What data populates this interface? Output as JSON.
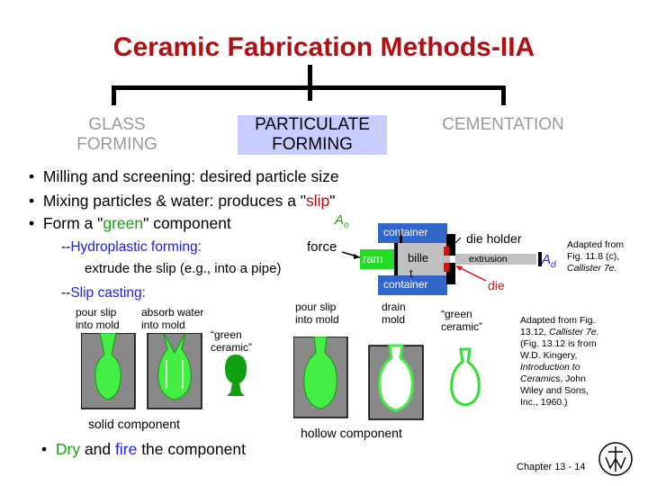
{
  "title": "Ceramic Fabrication Methods-IIA",
  "branches": {
    "glass": [
      "GLASS",
      "FORMING"
    ],
    "particulate": [
      "PARTICULATE",
      "FORMING"
    ],
    "cementation": "CEMENTATION"
  },
  "bullets": {
    "b1": "Milling and screening: desired particle size",
    "b2_pre": "Mixing particles & water:  produces a \"",
    "b2_word": "slip",
    "b2_post": "\"",
    "b3_pre": "Form a \"",
    "b3_word": "green",
    "b3_post": "\" component",
    "hydro_dash": "--",
    "hydro_label": "Hydroplastic forming:",
    "hydro_desc": "extrude the slip (e.g., into a pipe)",
    "slip_dash": "--",
    "slip_label": "Slip casting:",
    "b4_word1": "Dry",
    "b4_mid": " and ",
    "b4_word2": "fire",
    "b4_post": " the component"
  },
  "extrusion": {
    "container_top": "container",
    "container_bottom": "container",
    "ram": "ram",
    "billet": "bille",
    "billet_t": "t",
    "force": "force",
    "A0": "A",
    "A0_sub": "o",
    "Ad": "A",
    "Ad_sub": "d",
    "die_holder": "die holder",
    "extrusion": "extrusion",
    "die": "die",
    "credit": [
      "Adapted from",
      "Fig. 11.8 (c),",
      "Callister 7e."
    ]
  },
  "slip_casting": {
    "solid": {
      "pour_slip": [
        "pour slip",
        "into mold"
      ],
      "absorb_water": [
        "absorb water",
        "into mold"
      ],
      "green_ceramic": [
        "“green",
        "ceramic”"
      ],
      "caption": "solid component"
    },
    "hollow": {
      "pour_slip": [
        "pour slip",
        "into mold"
      ],
      "drain_mold": [
        "drain",
        "mold"
      ],
      "green_ceramic": [
        "“green",
        "ceramic”"
      ],
      "caption": "hollow component"
    },
    "credit": [
      "Adapted from Fig.",
      "13.12, ",
      "Callister 7e.",
      "(Fig. 13.12 is from",
      "W.D. Kingery,",
      "Introduction to",
      "Ceramics",
      ", John",
      "Wiley and Sons,",
      "Inc., 1960.)"
    ]
  },
  "footer": {
    "chapter": "Chapter 13 -",
    "page": "14"
  },
  "colors": {
    "title": "#b01014",
    "green": "#12a012",
    "blue": "#1a1aff",
    "container": "#3366cc",
    "ram": "#22dd22",
    "die": "#e01010",
    "mold": "#888888",
    "slip": "#44ee44"
  }
}
